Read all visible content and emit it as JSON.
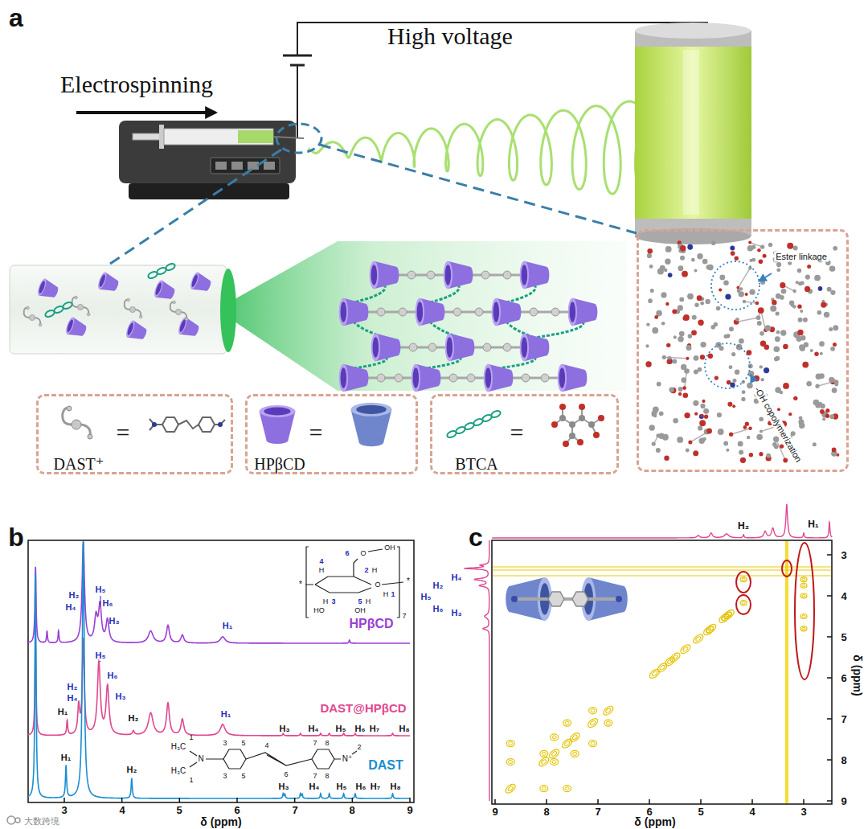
{
  "diagram": {
    "nodes": [
      {
        "text": [
          "Ester linkage",
          "-OH copolymerization"
        ]
      },
      {
        "text": [
          "=",
          "DAST⁺"
        ]
      },
      {
        "text": [
          "=",
          "HPβCD"
        ]
      },
      {
        "text": [
          "=",
          "BTCA"
        ]
      }
    ],
    "labels": [
      "a",
      "High voltage",
      "Electrospinning",
      "b",
      "H₅",
      "H₆",
      "H₂",
      "H₄",
      "H₃",
      "H₁",
      "HPβCD",
      "OH",
      "O",
      "6",
      "4",
      "H",
      "H",
      "2",
      "O",
      "H",
      "1",
      "3",
      "H",
      "5",
      "H",
      "HO",
      "OH",
      "7",
      "*",
      "*",
      "H₁",
      "H₄",
      "H₂",
      "H₅",
      "H₆",
      "H₃",
      "H₂",
      "H₁",
      "H₃",
      "H₄",
      "H₅",
      "H₆",
      "H₇",
      "H₈",
      "DAST@HPβCD",
      "H₁",
      "H₂",
      "H₃",
      "H₄",
      "H₅",
      "H₆",
      "H₇",
      "H₈",
      "DAST",
      "H₃C",
      "H₃C",
      "N",
      "1",
      "1",
      "3",
      "5",
      "3",
      "5",
      "4",
      "6",
      "7",
      "8",
      "7",
      "8",
      "N⁺",
      "2",
      "3",
      "4",
      "5",
      "6",
      "7",
      "8",
      "9",
      "δ (ppm)",
      "c",
      "H₂",
      "H₁",
      "H₄",
      "H₂",
      "H₅",
      "H₆",
      "H₃",
      "9",
      "8",
      "7",
      "6",
      "5",
      "4",
      "3",
      "δ (ppm)",
      "3",
      "4",
      "5",
      "6",
      "7",
      "8",
      "9",
      "δ (ppm)",
      "大数跨境"
    ]
  }
}
